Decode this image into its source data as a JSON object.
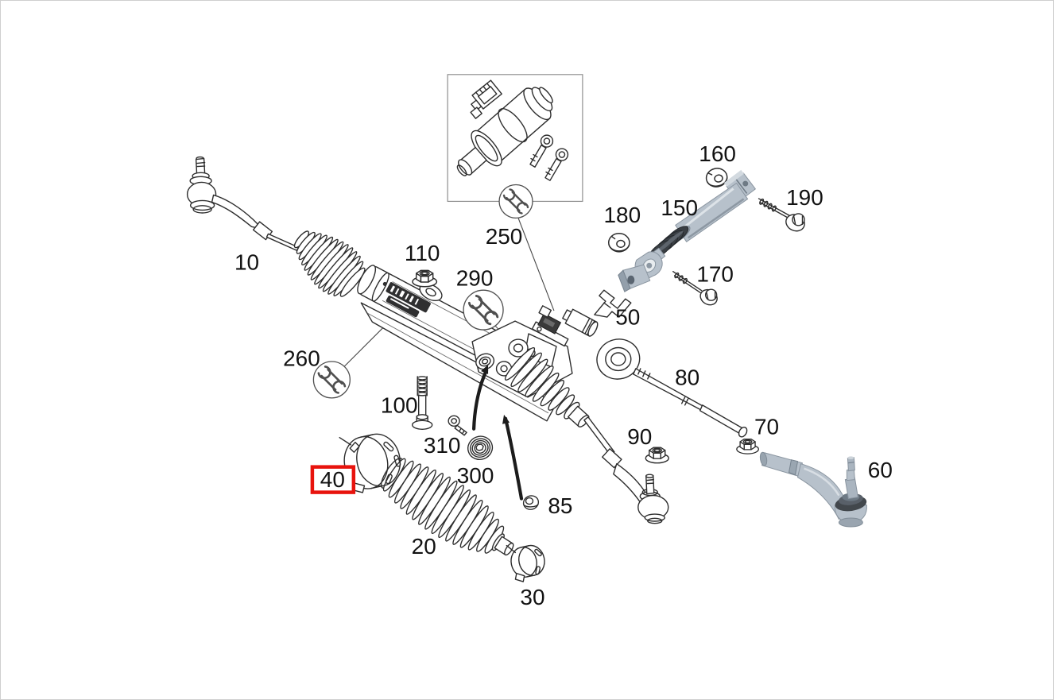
{
  "diagram": {
    "kind": "exploded-parts-diagram",
    "description": "Line-art exploded view of a rack-and-pinion steering gear with numbered part callouts",
    "highlighted_label": "40",
    "service_callout_labels": [
      "250",
      "260",
      "290"
    ],
    "service_icon": "wrench-icon",
    "colors": {
      "background": "#ffffff",
      "border": "#cfcfcf",
      "line": "#2d2d2d",
      "highlight_box": "#e8130d",
      "metal_fill": "#b7c1cb",
      "metal_shade": "#8a95a0",
      "rubber": "#3a3f44"
    },
    "labels": [
      {
        "n": "10"
      },
      {
        "n": "110"
      },
      {
        "n": "290"
      },
      {
        "n": "250"
      },
      {
        "n": "180"
      },
      {
        "n": "150"
      },
      {
        "n": "160"
      },
      {
        "n": "190"
      },
      {
        "n": "170"
      },
      {
        "n": "50"
      },
      {
        "n": "260"
      },
      {
        "n": "100"
      },
      {
        "n": "310"
      },
      {
        "n": "300"
      },
      {
        "n": "85"
      },
      {
        "n": "20"
      },
      {
        "n": "30"
      },
      {
        "n": "90"
      },
      {
        "n": "70"
      },
      {
        "n": "80"
      },
      {
        "n": "60"
      },
      {
        "n": "40"
      }
    ]
  }
}
